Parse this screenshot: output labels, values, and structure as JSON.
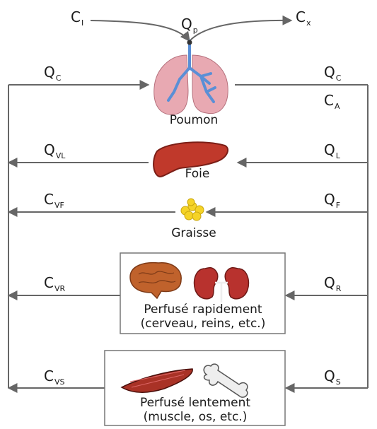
{
  "labels": {
    "ci": {
      "main": "C",
      "sub": "I"
    },
    "qp": {
      "main": "Q",
      "sub": "p"
    },
    "cx": {
      "main": "C",
      "sub": "x"
    },
    "qc_left": {
      "main": "Q",
      "sub": "C"
    },
    "qc_right": {
      "main": "Q",
      "sub": "C"
    },
    "ca": {
      "main": "C",
      "sub": "A"
    },
    "qvl": {
      "main": "Q",
      "sub": "VL"
    },
    "ql": {
      "main": "Q",
      "sub": "L"
    },
    "cvf": {
      "main": "C",
      "sub": "VF"
    },
    "qf": {
      "main": "Q",
      "sub": "F"
    },
    "cvr": {
      "main": "C",
      "sub": "VR"
    },
    "qr": {
      "main": "Q",
      "sub": "R"
    },
    "cvs": {
      "main": "C",
      "sub": "VS"
    },
    "qs": {
      "main": "Q",
      "sub": "S"
    }
  },
  "organs": {
    "poumon": "Poumon",
    "foie": "Foie",
    "graisse": "Graisse",
    "rapide_line1": "Perfusé rapidement",
    "rapide_line2": "(cerveau, reins, etc.)",
    "lent_line1": "Perfusé lentement",
    "lent_line2": "(muscle, os, etc.)"
  },
  "colors": {
    "line": "#666666",
    "lung": "#e8a9b2",
    "lung_vessels": "#5a8fd6",
    "liver": "#c0392b",
    "fat": "#f5d327",
    "brain": "#c0622c",
    "kidney": "#b8322e",
    "muscle": "#a93226",
    "bone": "#eeeeee"
  },
  "icons": [
    "lung-icon",
    "liver-icon",
    "fat-icon",
    "brain-icon",
    "kidneys-icon",
    "muscle-icon",
    "bone-icon"
  ]
}
